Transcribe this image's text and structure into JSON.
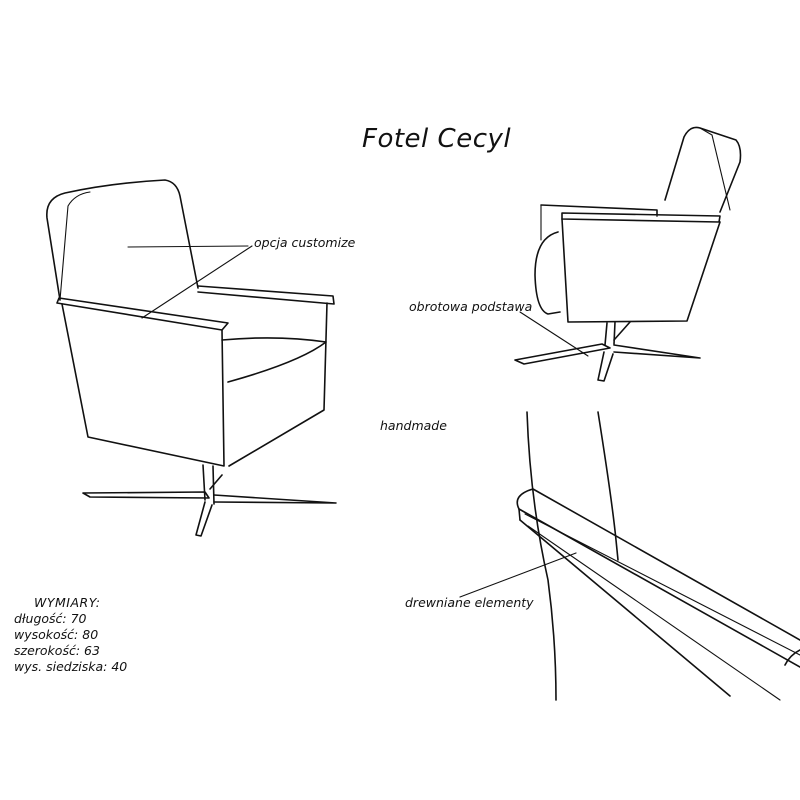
{
  "title": "Fotel Cecyl",
  "labels": {
    "customize": "opcja customize",
    "base": "obrotowa podstawa",
    "handmade": "handmade",
    "wood": "drewniane elementy"
  },
  "dimensions": {
    "heading": "WYMIARY:",
    "rows": [
      {
        "label": "długość:",
        "value": "70"
      },
      {
        "label": "wysokość:",
        "value": "80"
      },
      {
        "label": "szerokość:",
        "value": "63"
      },
      {
        "label": "wys. siedziska:",
        "value": "40"
      }
    ]
  },
  "colors": {
    "ink": "#111111",
    "paper": "#ffffff"
  }
}
